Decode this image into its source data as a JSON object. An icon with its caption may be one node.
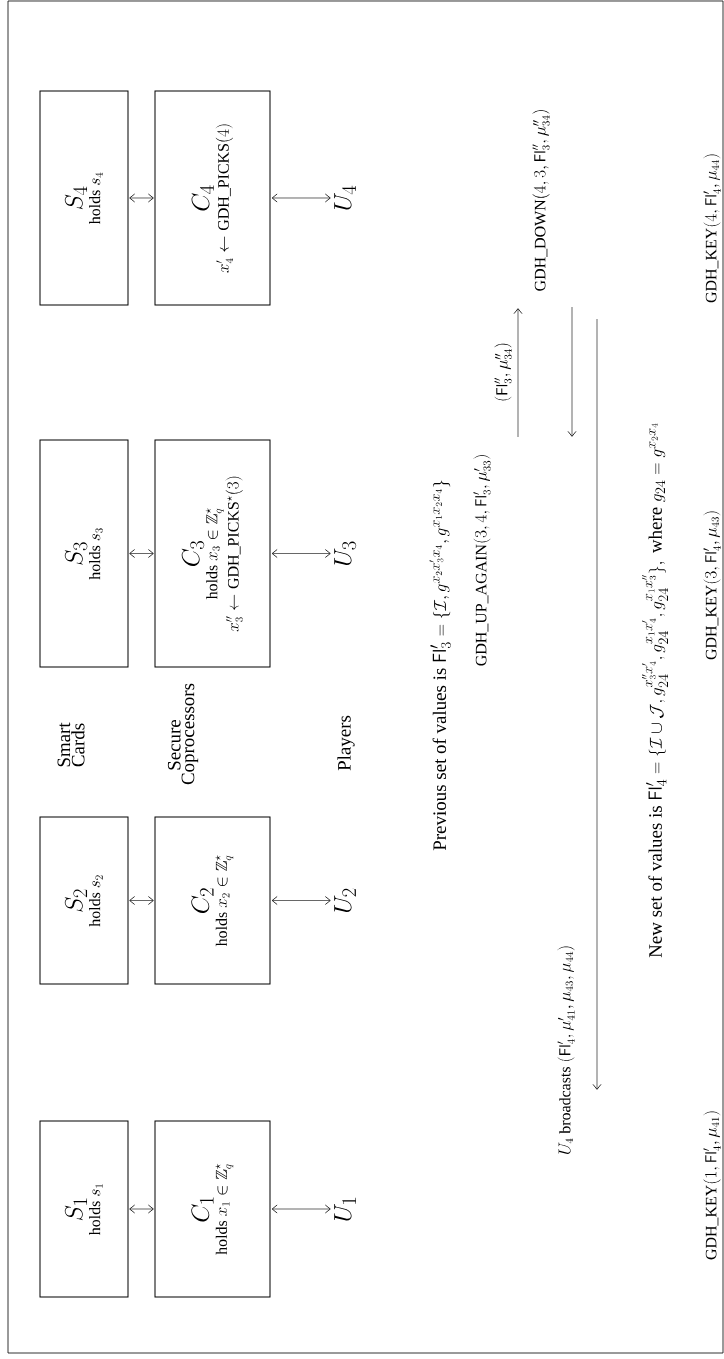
{
  "diagram": {
    "nodes": [
      {
        "text": [
          "S_1",
          "\\text{holds } s_1"
        ]
      },
      {
        "text": [
          "S_2",
          "\\text{holds } s_2"
        ]
      },
      {
        "text": [
          "S_3",
          "\\text{holds } s_3"
        ]
      },
      {
        "text": [
          "S_4",
          "\\text{holds } s_4"
        ]
      },
      {
        "text": [
          "C_1",
          "\\text{holds } x_1 \\in \\mathbb{Z}_q^\\star"
        ]
      },
      {
        "text": [
          "C_2",
          "\\text{holds } x_2 \\in \\mathbb{Z}_q^\\star"
        ]
      },
      {
        "text": [
          "C_3",
          "\\text{holds } x_3 \\in \\mathbb{Z}_q^\\star",
          "x''_3 \\leftarrow \\mathrm{GDH\\_PICKS}^\\star(3)"
        ]
      },
      {
        "text": [
          "C_4",
          "x'_4 \\leftarrow \\mathrm{GDH\\_PICKS}(4)"
        ]
      },
      {
        "text": [
          "U_1"
        ]
      },
      {
        "text": [
          "U_2"
        ]
      },
      {
        "text": [
          "U_3"
        ]
      },
      {
        "text": [
          "U_4"
        ]
      }
    ],
    "edges": [
      {
        "from": 0,
        "to": 4,
        "arrow": "both"
      },
      {
        "from": 1,
        "to": 5,
        "arrow": "both"
      },
      {
        "from": 2,
        "to": 6,
        "arrow": "both"
      },
      {
        "from": 3,
        "to": 7,
        "arrow": "both"
      },
      {
        "from": 4,
        "to": 8,
        "arrow": "both"
      },
      {
        "from": 5,
        "to": 9,
        "arrow": "both"
      },
      {
        "from": 6,
        "to": 10,
        "arrow": "both"
      },
      {
        "from": 7,
        "to": 11,
        "arrow": "both"
      }
    ],
    "labels": [
      "Smart Cards",
      "Secure Coprocessors",
      "Players",
      "\\text{Previous set of values is } \\mathsf{Fl}'_3 = \\{\\mathcal{I}, g^{x_2 x'_3 x_4}, g^{x_1 x_2 x_4}\\}",
      "\\mathrm{GDH\\_UP\\_AGAIN}(3, 4, \\mathsf{Fl}'_3, \\mu'_{33})",
      "(\\mathsf{Fl}''_3, \\mu''_{34})",
      "\\mathrm{GDH\\_DOWN}(4, 3, \\mathsf{Fl}''_3, \\mu''_{34})",
      "U_4 \\text{ broadcasts } (\\mathsf{Fl}'_4, \\mu'_{41}, \\mu_{43}, \\mu_{44})",
      "\\text{New set of values is } \\mathsf{Fl}'_4 = \\{\\mathcal{I} \\cup \\mathcal{J}, g_{24}^{x''_3 x'_4}, g_{24}^{x_1 x'_4}, g_{24}^{x_1 x''_3}\\},\\ \\text{where } g_{24} = g^{x_2 x_4}",
      "\\mathrm{GDH\\_KEY}(1, \\mathsf{Fl}'_4, \\mu_{41})",
      "\\mathrm{GDH\\_KEY}(3, \\mathsf{Fl}'_4, \\mu_{43})",
      "\\mathrm{GDH\\_KEY}(4, \\mathsf{Fl}'_4, \\mu_{44})"
    ]
  }
}
